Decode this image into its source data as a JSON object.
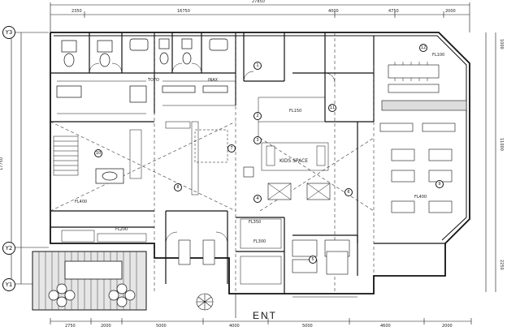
{
  "dimensions": {
    "top_total": "27850",
    "top_segments": [
      "2350",
      "16750",
      "4000",
      "4750",
      "2000"
    ],
    "left_total": "17750",
    "right_total": "11000",
    "right_upper": "1000",
    "right_lower": "2250",
    "bottom_segments": [
      "2750",
      "2000",
      "5000",
      "4000",
      "5000",
      "4600",
      "2000"
    ]
  },
  "grid_tags": [
    "Y3",
    "Y2",
    "Y1"
  ],
  "entrance_label": "ENT",
  "rooms": {
    "toilet_1": "TOTO",
    "toilet_2": "INAX",
    "kids_space": "KIDS SPACE",
    "fl_400": "FL400",
    "fl_350": "FL350",
    "fl_300": "FL300",
    "fl_150": "FL150",
    "fl_200": "FL200",
    "fl_100": "FL100"
  },
  "circled_numbers": [
    "1",
    "2",
    "3",
    "4",
    "5",
    "6",
    "7",
    "8",
    "9",
    "10",
    "11",
    "12"
  ]
}
